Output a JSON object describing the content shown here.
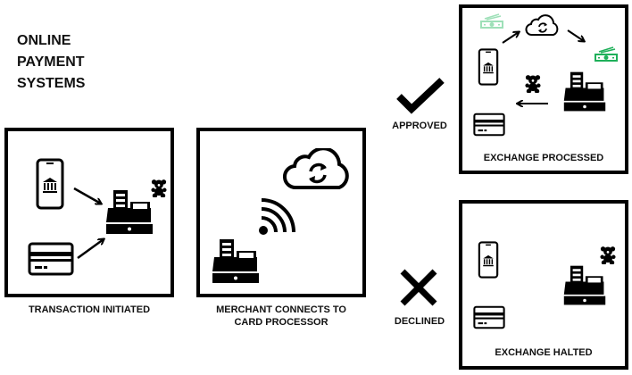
{
  "title": "ONLINE\nPAYMENT\nSYSTEMS",
  "steps": [
    {
      "caption": "TRANSACTION INITIATED"
    },
    {
      "caption": "MERCHANT CONNECTS TO\nCARD PROCESSOR"
    }
  ],
  "outcomes": [
    {
      "decision": "APPROVED",
      "decision_icon": "checkmark-icon",
      "caption": "EXCHANGE PROCESSED"
    },
    {
      "decision": "DECLINED",
      "decision_icon": "x-mark-icon",
      "caption": "EXCHANGE HALTED"
    }
  ],
  "colors": {
    "ink": "#000000",
    "money_light": "#9ee0b8",
    "money": "#1fb05a"
  }
}
